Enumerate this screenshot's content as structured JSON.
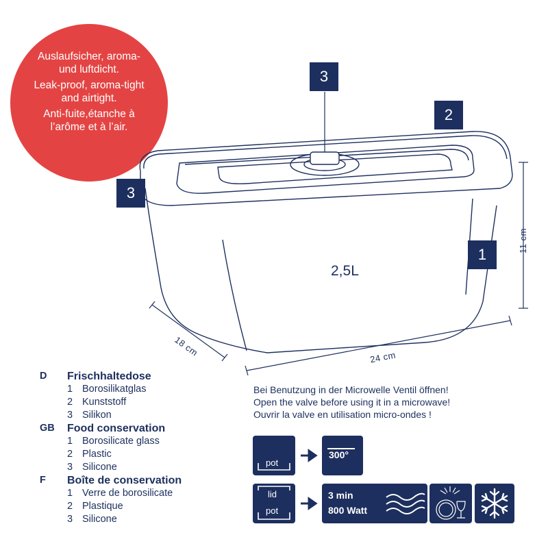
{
  "badge": {
    "de": "Auslaufsicher, aroma- und luftdicht.",
    "en": "Leak-proof, aroma-tight and airtight.",
    "fr": "Anti-fuite,étanche à l’arôme et à l’air."
  },
  "diagram": {
    "callout_1": "1",
    "callout_2": "2",
    "callout_3_top": "3",
    "callout_3_left": "3",
    "capacity": "2,5L",
    "dim_height": "11 cm",
    "dim_width": "24 cm",
    "dim_depth": "18 cm"
  },
  "legend": {
    "de": {
      "code": "D",
      "title": "Frischhaltedose",
      "items": [
        "Borosilikatglas",
        "Kunststoff",
        "Silikon"
      ]
    },
    "gb": {
      "code": "GB",
      "title": "Food conservation",
      "items": [
        "Borosilicate glass",
        "Plastic",
        "Silicone"
      ]
    },
    "fr": {
      "code": "F",
      "title": "Boîte de conservation",
      "items": [
        "Verre de borosilicate",
        "Plastique",
        "Silicone"
      ]
    },
    "numbers": [
      "1",
      "2",
      "3"
    ]
  },
  "microwave_note": {
    "de": "Bei Benutzung in der Microwelle Ventil öffnen!",
    "en": "Open the valve before using it in a microwave!",
    "fr": "Ouvrir la valve en utilisation  micro-ondes !"
  },
  "icons": {
    "pot_label": "pot",
    "oven_temp": "300°",
    "lid_label": "lid",
    "pot_label2": "pot",
    "microwave_time": "3 min",
    "microwave_power": "800 Watt",
    "names": [
      "oven-icon",
      "microwave-waves-icon",
      "dishwasher-icon",
      "freezer-snowflake-icon",
      "arrow-right-icon"
    ]
  },
  "colors": {
    "navy": "#1d2f5e",
    "badge_red": "#e34443"
  }
}
